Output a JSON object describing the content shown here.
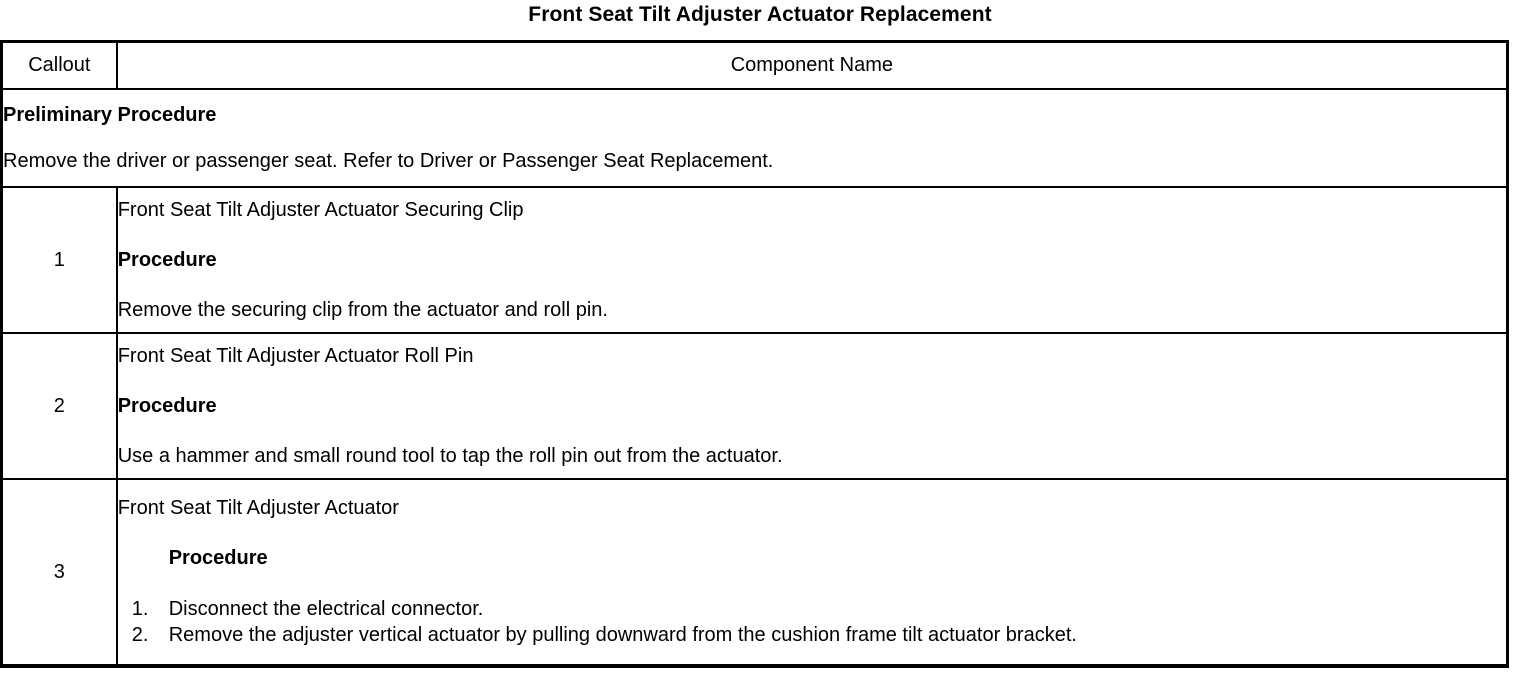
{
  "document": {
    "title": "Front Seat Tilt Adjuster Actuator Replacement"
  },
  "table": {
    "headers": {
      "callout": "Callout",
      "component_name": "Component Name"
    },
    "preliminary": {
      "heading": "Preliminary Procedure",
      "text": "Remove the driver or passenger seat. Refer to Driver or Passenger Seat Replacement."
    },
    "rows": [
      {
        "callout": "1",
        "component_name": "Front Seat Tilt Adjuster Actuator Securing Clip",
        "procedure_label": "Procedure",
        "procedure_text": "Remove the securing clip from the actuator and roll pin."
      },
      {
        "callout": "2",
        "component_name": "Front Seat Tilt Adjuster Actuator Roll Pin",
        "procedure_label": "Procedure",
        "procedure_text": "Use a hammer and small round tool to tap the roll pin out from the actuator."
      },
      {
        "callout": "3",
        "component_name": "Front Seat Tilt Adjuster Actuator",
        "procedure_label": "Procedure",
        "steps": [
          {
            "number": "1.",
            "text": "Disconnect the electrical connector."
          },
          {
            "number": "2.",
            "text": "Remove the adjuster vertical actuator by pulling downward from the cushion frame tilt actuator bracket."
          }
        ]
      }
    ]
  },
  "colors": {
    "border": "#000000",
    "text": "#000000",
    "background": "#ffffff"
  }
}
